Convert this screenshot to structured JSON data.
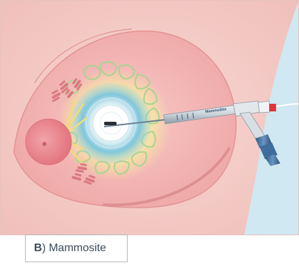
{
  "caption": {
    "letter": "B",
    "paren": ")",
    "text": "Mammosite"
  },
  "device": {
    "brand_text": "MammoSite"
  },
  "colors": {
    "skin_bg": "#f3c7c3",
    "breast": "#f2b4b2",
    "breast_edge": "#e08c8e",
    "nipple": "#e8828a",
    "tissue_lobule": "#d9797f",
    "yellow_zone": "#f4e48e",
    "teal_ring": "#7cc7dc",
    "green_cells": "#a9d48f",
    "balloon_core": "#ffffff",
    "blue_side": "#cfe8f2",
    "catheter": "#c8cfd6",
    "catheter_dark": "#4c6e8a",
    "connector_blue": "#3f6d9e",
    "red_cap": "#e0353c"
  }
}
